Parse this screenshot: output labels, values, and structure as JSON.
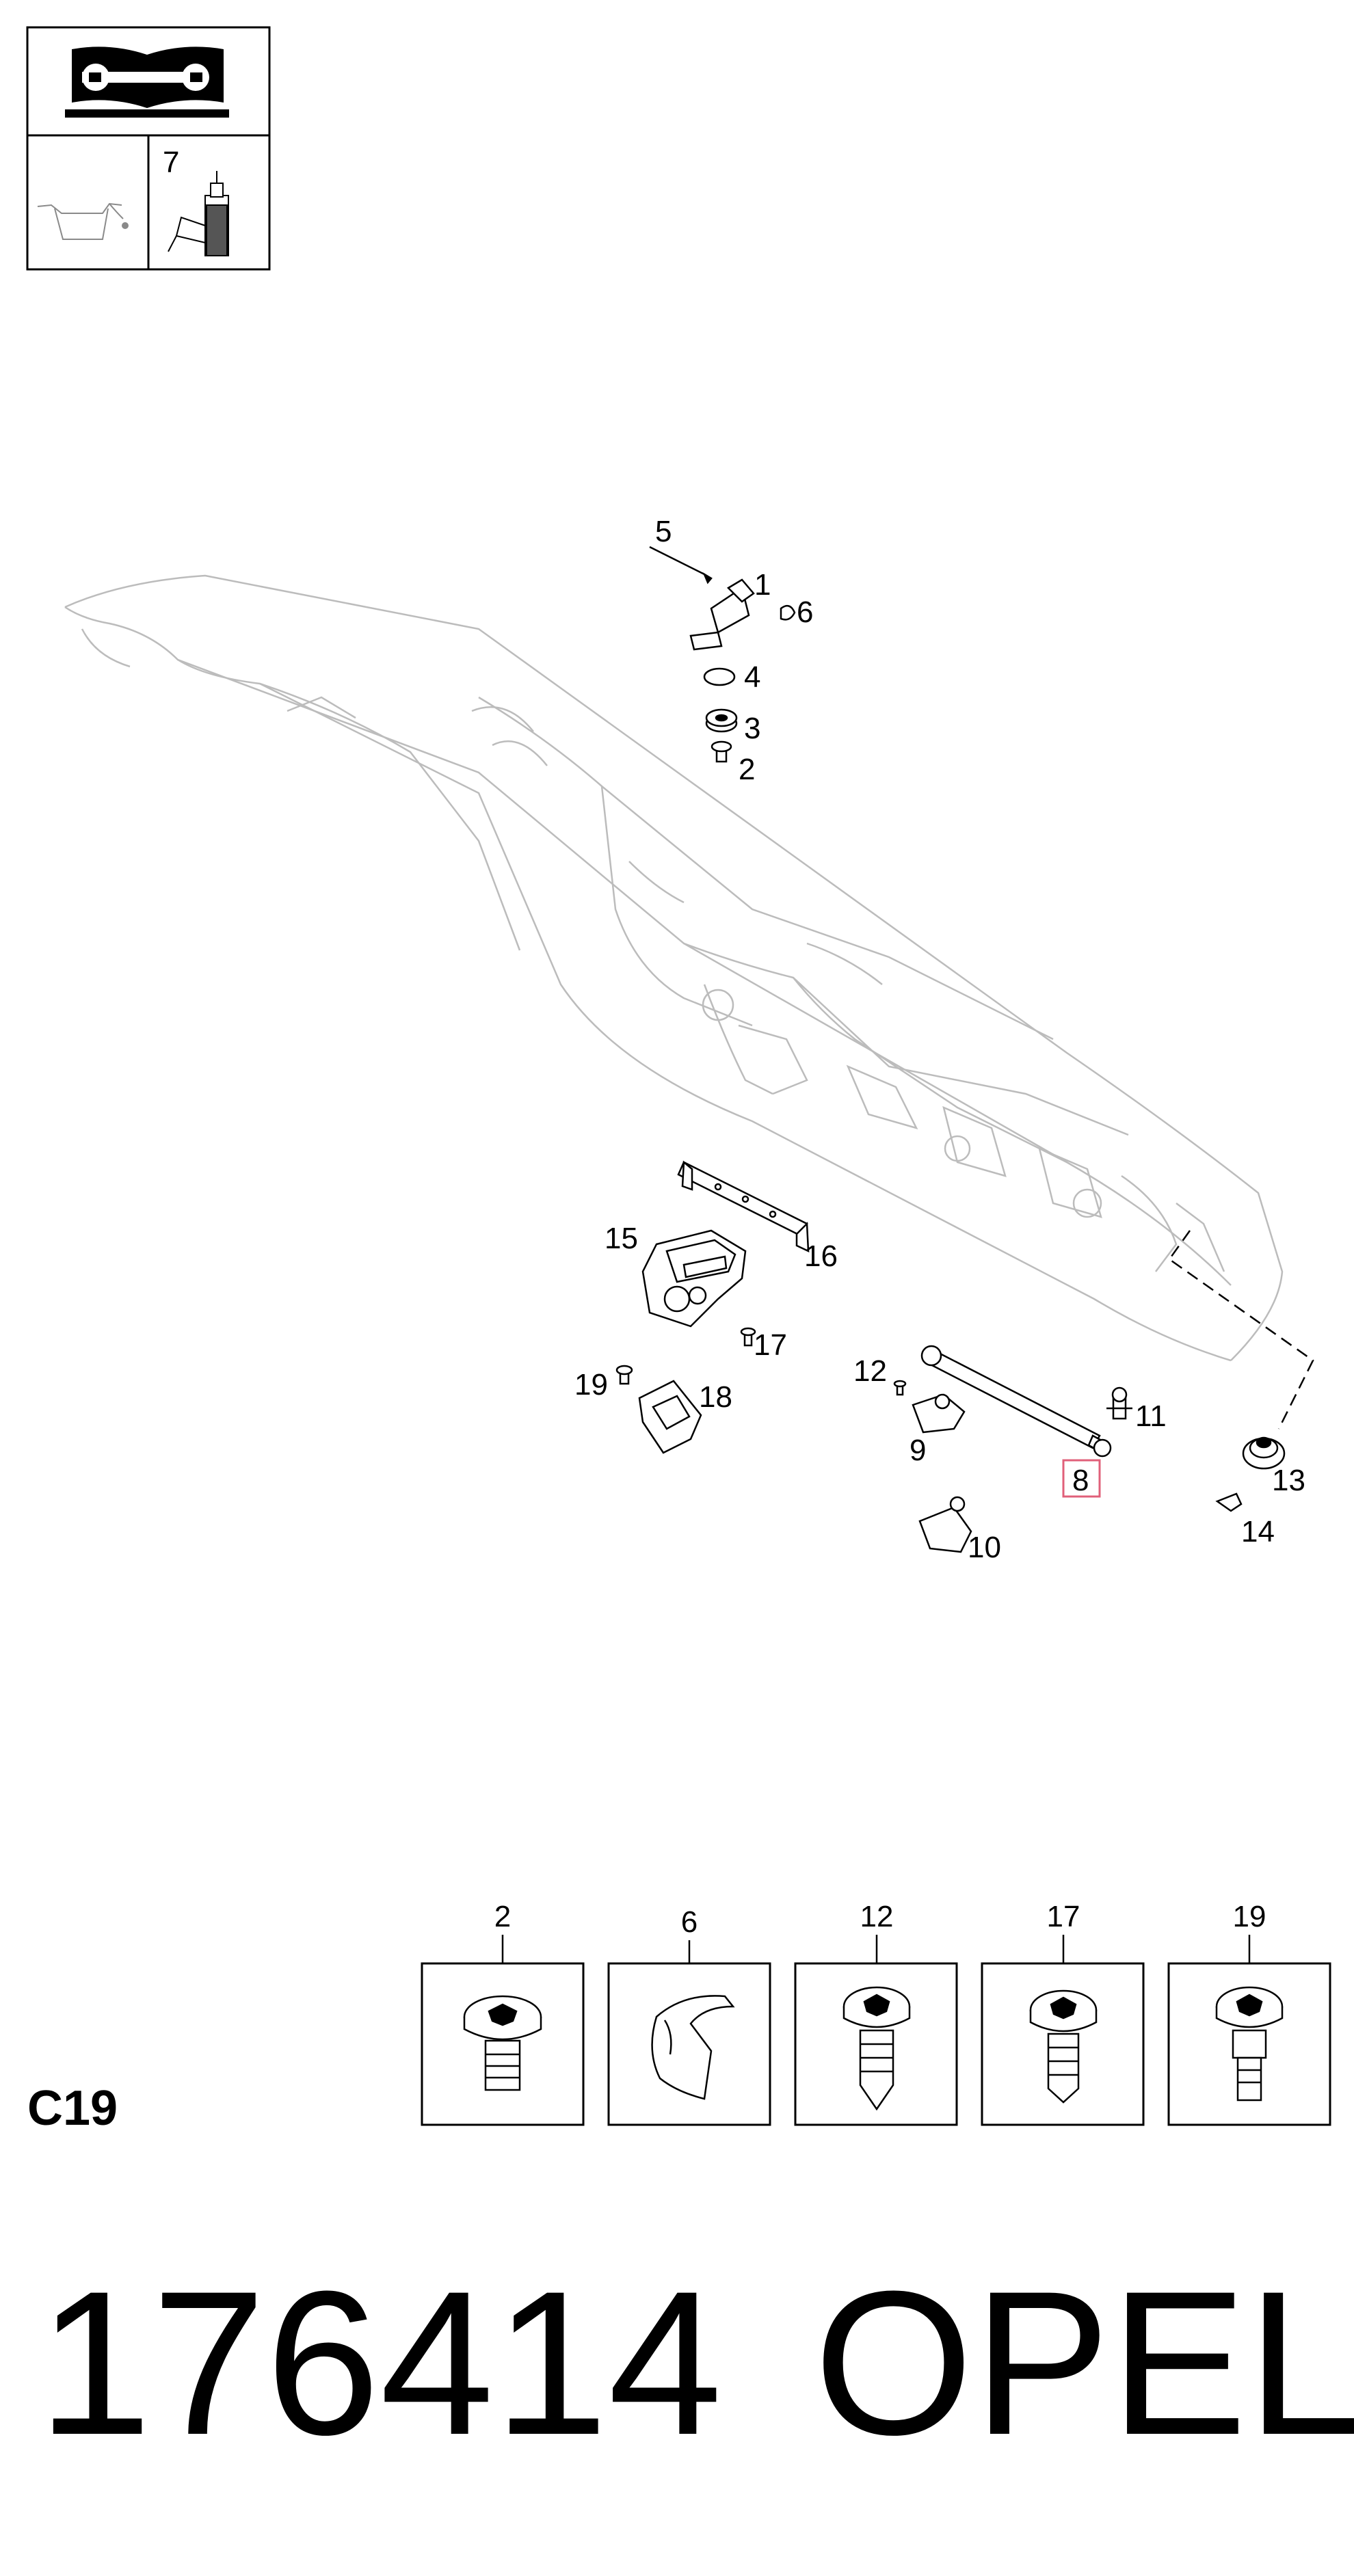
{
  "header_box": {
    "manual_icon": "open-book-wrench-icon",
    "left_icon": "oil-drip-tray-icon",
    "right_label": "7",
    "right_icon": "grease-bottle-icon"
  },
  "callouts": {
    "c1": "1",
    "c2": "2",
    "c3": "3",
    "c4": "4",
    "c5": "5",
    "c6": "6",
    "c8": "8",
    "c9": "9",
    "c10": "10",
    "c11": "11",
    "c12": "12",
    "c13": "13",
    "c14": "14",
    "c15": "15",
    "c16": "16",
    "c17": "17",
    "c18": "18",
    "c19": "19"
  },
  "highlight_color": "#e0607a",
  "fastener_table": [
    {
      "label": "2",
      "icon": "torx-flange-bolt-icon"
    },
    {
      "label": "6",
      "icon": "spring-clip-icon"
    },
    {
      "label": "12",
      "icon": "torx-self-tapping-screw-icon"
    },
    {
      "label": "17",
      "icon": "torx-flange-screw-icon"
    },
    {
      "label": "19",
      "icon": "torx-stepped-bolt-icon"
    }
  ],
  "section_label": "C19",
  "footer": {
    "part_number": "176414",
    "brand": "OPEL"
  }
}
